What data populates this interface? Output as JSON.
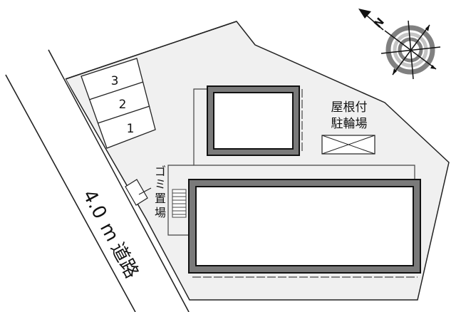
{
  "site_plan": {
    "road": {
      "label_width": "4.0",
      "label_unit": "m",
      "label_road": "道路"
    },
    "parking": {
      "spaces": [
        "3",
        "2",
        "1"
      ]
    },
    "bicycle_parking": {
      "line1": "屋根付",
      "line2": "駐輪場"
    },
    "garbage": {
      "chars": [
        "ゴ",
        "ミ",
        "置",
        "場"
      ]
    },
    "compass": {
      "north_label": "N"
    },
    "colors": {
      "lot_fill": "#f0f0f0",
      "wall": "#7a7a7a",
      "line": "#222222",
      "compass_dark": "#808080",
      "compass_light": "#c4c4c4"
    }
  }
}
